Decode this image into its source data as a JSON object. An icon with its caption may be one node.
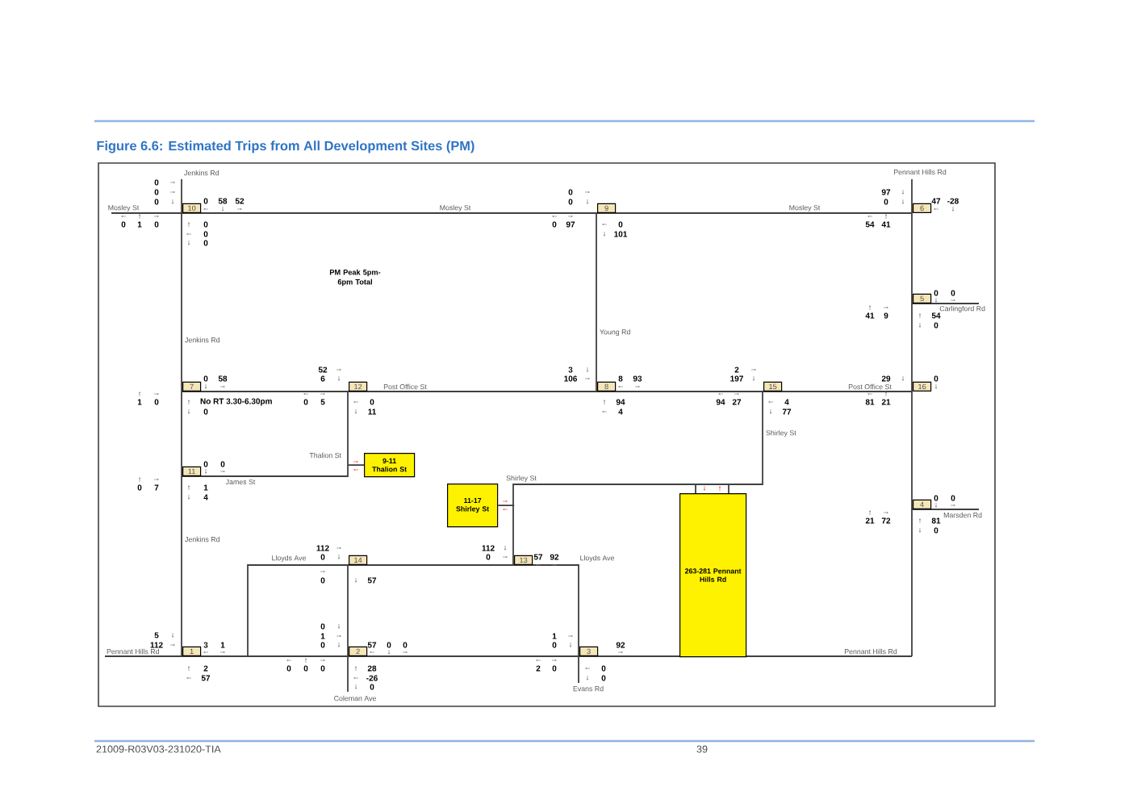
{
  "diagram": {
    "title": "Figure 6.6: Estimated Trips from All Development Sites (PM)",
    "nodes": [
      {
        "text": [
          "10"
        ]
      },
      {
        "text": [
          "9"
        ]
      },
      {
        "text": [
          "6"
        ]
      },
      {
        "text": [
          "5"
        ]
      },
      {
        "text": [
          "7"
        ]
      },
      {
        "text": [
          "12"
        ]
      },
      {
        "text": [
          "8"
        ]
      },
      {
        "text": [
          "15"
        ]
      },
      {
        "text": [
          "16"
        ]
      },
      {
        "text": [
          "9-11 Thalion St"
        ]
      },
      {
        "text": [
          "11"
        ]
      },
      {
        "text": [
          "11-17 Shirley St"
        ]
      },
      {
        "text": [
          "263-281 Pennant Hills Rd"
        ]
      },
      {
        "text": [
          "4"
        ]
      },
      {
        "text": [
          "14"
        ]
      },
      {
        "text": [
          "13"
        ]
      },
      {
        "text": [
          "1"
        ]
      },
      {
        "text": [
          "2"
        ]
      },
      {
        "text": [
          "3"
        ]
      }
    ],
    "edges": [
      {
        "from": 9,
        "to": null,
        "arrow": "none"
      },
      {
        "from": 11,
        "to": null,
        "arrow": "none"
      },
      {
        "from": 12,
        "to": null,
        "arrow": "none"
      },
      {
        "from": 12,
        "to": null,
        "arrow": "none"
      }
    ],
    "labels": [
      "Jenkins Rd",
      "Pennant Hills Rd",
      "0",
      "0",
      "0",
      "0",
      "97",
      "0",
      "58",
      "52",
      "0",
      "0",
      "47",
      "-28",
      "Mosley St",
      "Mosley St",
      "Mosley St",
      "0",
      "1",
      "0",
      "0",
      "0",
      "97",
      "0",
      "54",
      "41",
      "0",
      "101",
      "0",
      "PM Peak 5pm-6pm Total",
      "0",
      "0",
      "Carlingford Rd",
      "41",
      "9",
      "54",
      "0",
      "Young Rd",
      "Jenkins Rd",
      "52",
      "3",
      "2",
      "0",
      "58",
      "6",
      "106",
      "8",
      "93",
      "197",
      "29",
      "0",
      "Post Office St",
      "Post Office St",
      "1",
      "0",
      "No RT 3.30-6.30pm",
      "0",
      "5",
      "0",
      "94",
      "94",
      "27",
      "4",
      "81",
      "21",
      "0",
      "11",
      "4",
      "77",
      "Shirley St",
      "0",
      "0",
      "Thalion St",
      "James St",
      "Shirley St",
      "0",
      "7",
      "1",
      "4",
      "0",
      "0",
      "Marsden Rd",
      "21",
      "72",
      "81",
      "0",
      "Jenkins Rd",
      "112",
      "112",
      "Lloyds Ave",
      "0",
      "0",
      "57",
      "92",
      "Lloyds Ave",
      "0",
      "57",
      "0",
      "5",
      "1",
      "1",
      "112",
      "3",
      "1",
      "0",
      "57",
      "0",
      "0",
      "0",
      "92",
      "Pennant Hills Rd",
      "Pennant Hills Rd",
      "2",
      "0",
      "0",
      "0",
      "28",
      "2",
      "0",
      "0",
      "57",
      "-26",
      "0",
      "0",
      "Evans Rd",
      "Coleman Ave",
      "21009-R03V03-231020-TIA",
      "39"
    ]
  }
}
